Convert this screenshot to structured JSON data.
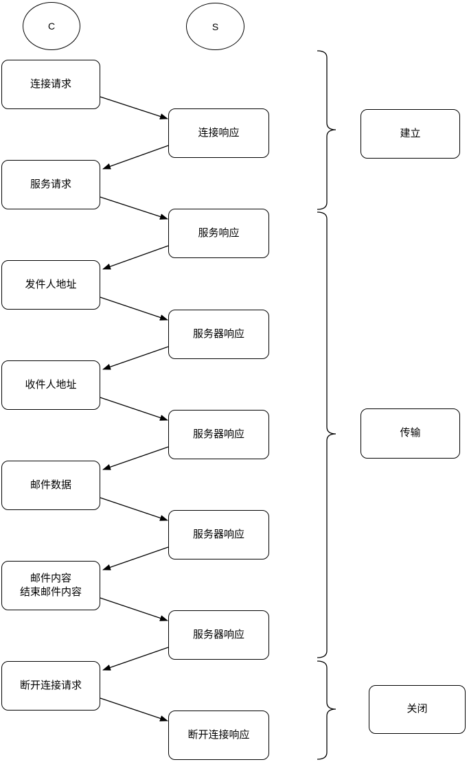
{
  "actors": {
    "client": {
      "label": "C"
    },
    "server": {
      "label": "S"
    }
  },
  "client_messages": [
    {
      "id": "l1",
      "label": "连接请求"
    },
    {
      "id": "l2",
      "label": "服务请求"
    },
    {
      "id": "l3",
      "label": "发件人地址"
    },
    {
      "id": "l4",
      "label": "收件人地址"
    },
    {
      "id": "l5",
      "label": "邮件数据"
    },
    {
      "id": "l6",
      "label": "邮件内容\n结束邮件内容"
    },
    {
      "id": "l7",
      "label": "断开连接请求"
    }
  ],
  "server_messages": [
    {
      "id": "r1",
      "label": "连接响应"
    },
    {
      "id": "r2",
      "label": "服务响应"
    },
    {
      "id": "r3",
      "label": "服务器响应"
    },
    {
      "id": "r4",
      "label": "服务器响应"
    },
    {
      "id": "r5",
      "label": "服务器响应"
    },
    {
      "id": "r6",
      "label": "服务器响应"
    },
    {
      "id": "r7",
      "label": "断开连接响应"
    }
  ],
  "phases": [
    {
      "id": "p1",
      "label": "建立"
    },
    {
      "id": "p2",
      "label": "传输"
    },
    {
      "id": "p3",
      "label": "关闭"
    }
  ],
  "edges": {
    "requests": [
      [
        "l1",
        "r1"
      ],
      [
        "l2",
        "r2"
      ],
      [
        "l3",
        "r3"
      ],
      [
        "l4",
        "r4"
      ],
      [
        "l5",
        "r5"
      ],
      [
        "l6",
        "r6"
      ],
      [
        "l7",
        "r7"
      ]
    ],
    "responses": [
      [
        "r1",
        "l2"
      ],
      [
        "r2",
        "l3"
      ],
      [
        "r3",
        "l4"
      ],
      [
        "r4",
        "l5"
      ],
      [
        "r5",
        "l6"
      ],
      [
        "r6",
        "l7"
      ]
    ]
  },
  "colors": {
    "stroke": "#000000",
    "text": "#000000",
    "background": "#ffffff"
  }
}
